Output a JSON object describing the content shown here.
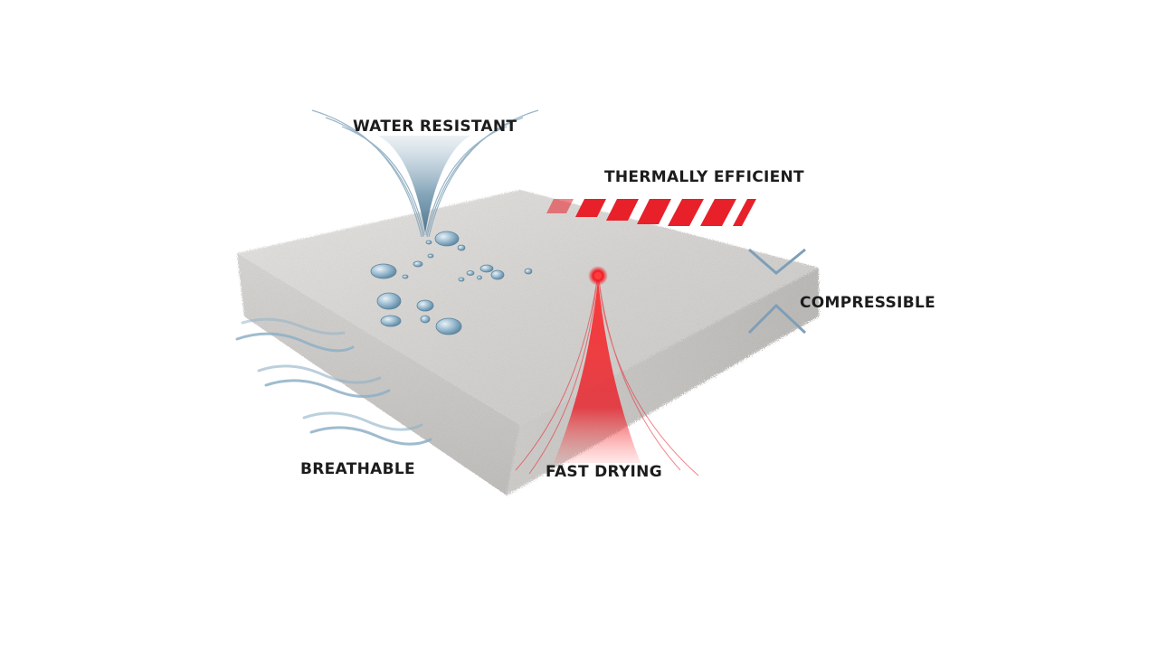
{
  "diagram": {
    "features": {
      "water_resistant": "WATER RESISTANT",
      "thermally_efficient": "THERMALLY EFFICIENT",
      "compressible": "COMPRESSIBLE",
      "breathable": "BREATHABLE",
      "fast_drying": "FAST DRYING"
    },
    "colors": {
      "water_blue": "#6f95ad",
      "heat_red": "#e8202a",
      "fabric_gray": "#dcdad7",
      "arrow_blue": "#7f9fb8",
      "text": "#1c1c1c"
    },
    "icons": [
      "water-funnel-icon",
      "water-droplets-icon",
      "heat-stripes-icon",
      "compress-arrows-icon",
      "air-waves-icon",
      "heat-cone-icon"
    ]
  }
}
